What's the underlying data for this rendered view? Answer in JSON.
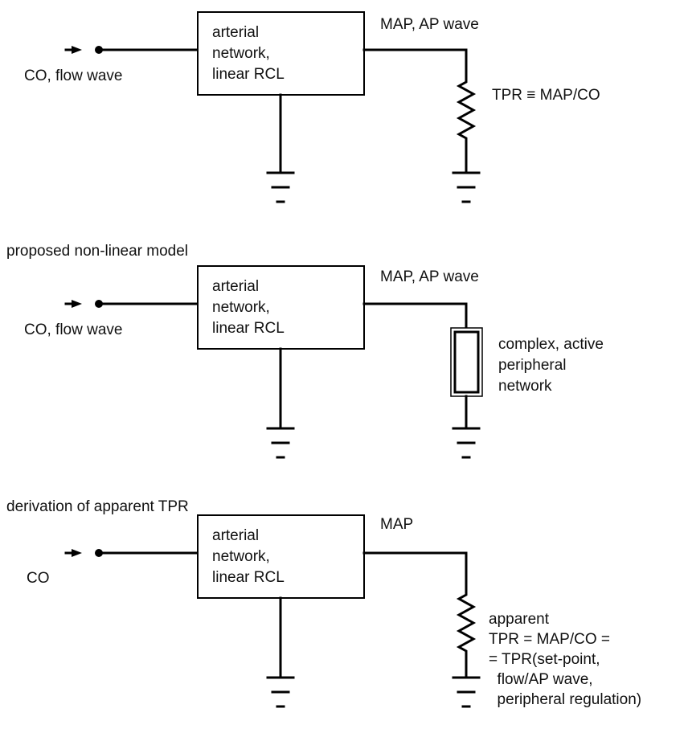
{
  "panels": [
    {
      "input_label": "CO, flow wave",
      "box_lines": [
        "arterial",
        "network,",
        "linear RCL"
      ],
      "output_label": "MAP, AP wave",
      "element": "resistor",
      "element_lines": [
        "TPR ≡ MAP/CO"
      ]
    },
    {
      "title": "proposed non-linear model",
      "input_label": "CO, flow wave",
      "box_lines": [
        "arterial",
        "network,",
        "linear RCL"
      ],
      "output_label": "MAP, AP wave",
      "element": "block",
      "element_lines": [
        "complex, active",
        "peripheral",
        "network"
      ]
    },
    {
      "title": "derivation of apparent TPR",
      "input_label": "CO",
      "box_lines": [
        "arterial",
        "network,",
        "linear RCL"
      ],
      "output_label": "MAP",
      "element": "resistor",
      "element_lines": [
        "apparent",
        "TPR = MAP/CO =",
        "= TPR(set-point,",
        "  flow/AP wave,",
        "  peripheral regulation)"
      ]
    }
  ]
}
